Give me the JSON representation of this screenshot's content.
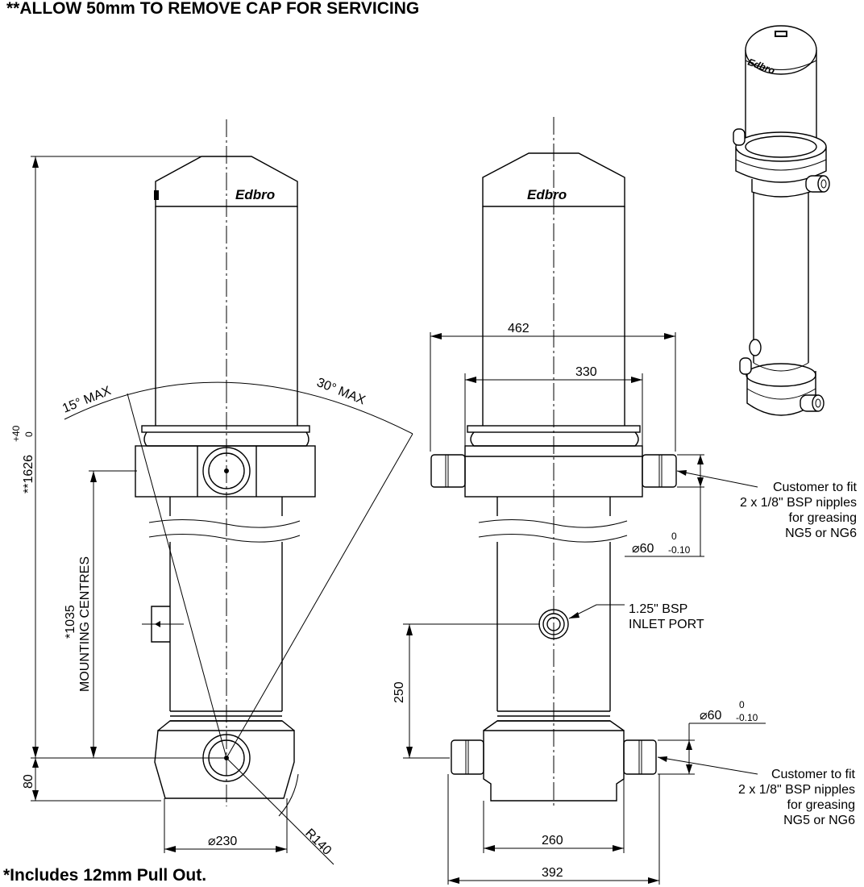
{
  "notes": {
    "top": "**ALLOW 50mm TO REMOVE CAP FOR SERVICING",
    "bottom": "*Includes 12mm Pull Out."
  },
  "brand": "Edbro",
  "left_view": {
    "height_dim": "**1626",
    "height_tol_upper": "+40",
    "height_tol_lower": "0",
    "mounting_dim": "*1035",
    "mounting_label": "MOUNTING CENTRES",
    "base_dim": "80",
    "diameter_dim": "⌀230",
    "radius_dim": "R140",
    "angle_left": "15° MAX",
    "angle_right": "30° MAX"
  },
  "front_view": {
    "width_outer": "462",
    "width_inner": "330",
    "port_height": "250",
    "bottom_inner": "260",
    "bottom_outer": "392",
    "trunnion_dia_top": "⌀60",
    "trunnion_dia_bottom": "⌀60",
    "tol_upper": "0",
    "tol_lower": "-0.10",
    "inlet_port": [
      "1.25\" BSP",
      "INLET PORT"
    ],
    "grease_note_top": [
      "Customer to fit",
      "2 x 1/8\" BSP nipples",
      "for greasing",
      "NG5 or NG6"
    ],
    "grease_note_bottom": [
      "Customer to fit",
      "2 x 1/8\" BSP nipples",
      "for greasing",
      "NG5 or NG6"
    ]
  }
}
